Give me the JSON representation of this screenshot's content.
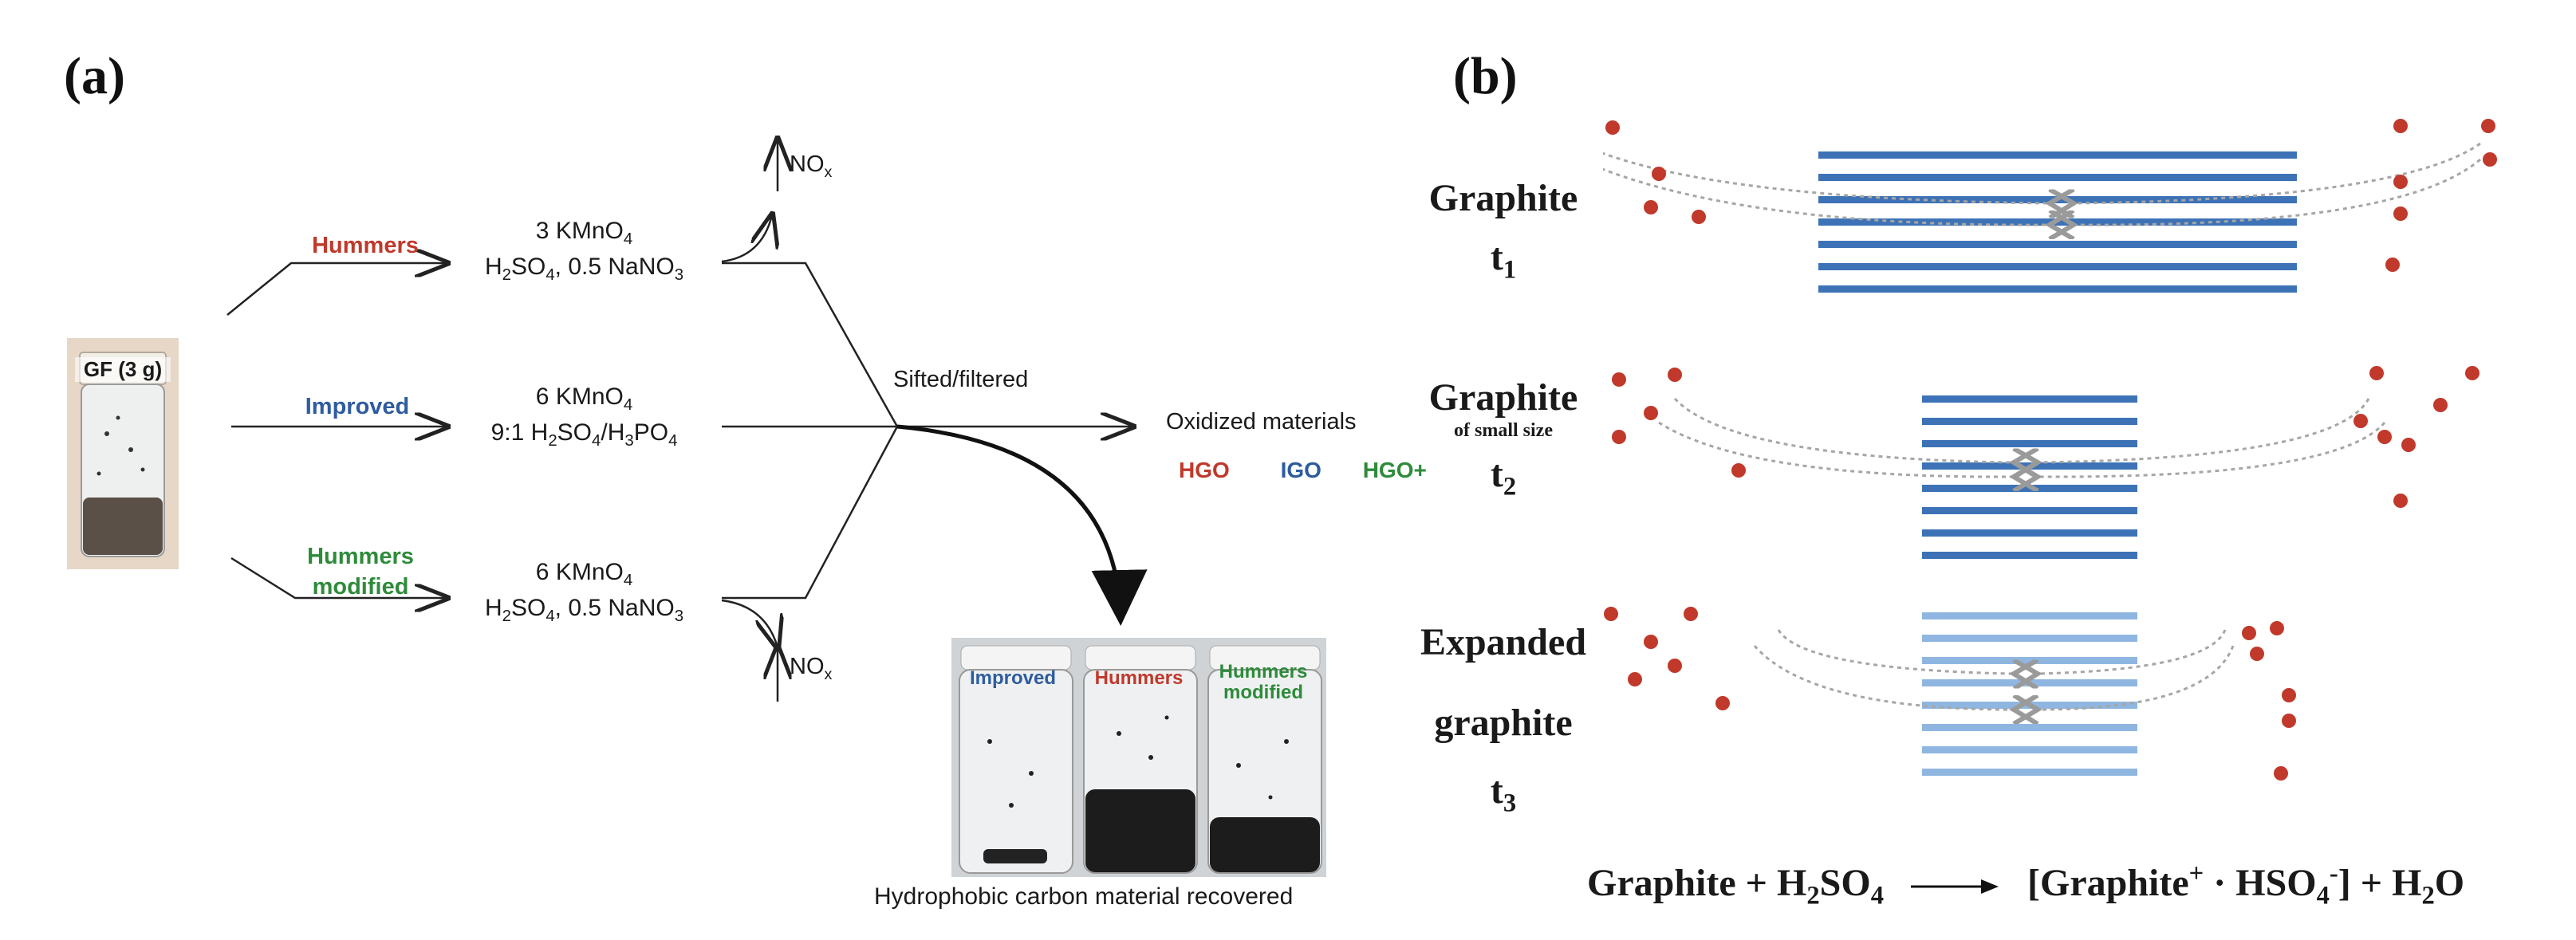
{
  "panel_a": {
    "label": "(a)",
    "start_material": "GF (3 g)",
    "routes": {
      "hummers": {
        "name": "Hummers",
        "color": "#c0392b"
      },
      "improved": {
        "name": "Improved",
        "color": "#2e5c9e"
      },
      "hummers_modified": {
        "line1": "Hummers",
        "line2": "modified",
        "color": "#2e8b3a"
      }
    },
    "reagents": {
      "hummers_line1": "3 KMnO",
      "hummers_line1_sub": "4",
      "hummers_line2_a": "H",
      "hummers_line2_sub1": "2",
      "hummers_line2_b": "SO",
      "hummers_line2_sub2": "4",
      "hummers_line2_c": ", 0.5 NaNO",
      "hummers_line2_sub3": "3",
      "improved_line1": "6 KMnO",
      "improved_line1_sub": "4",
      "improved_line2_a": "9:1 H",
      "improved_line2_sub1": "2",
      "improved_line2_b": "SO",
      "improved_line2_sub2": "4",
      "improved_line2_c": "/H",
      "improved_line2_sub3": "3",
      "improved_line2_d": "PO",
      "improved_line2_sub4": "4",
      "modified_line1": "6 KMnO",
      "modified_line1_sub": "4",
      "modified_line2_a": "H",
      "modified_line2_sub1": "2",
      "modified_line2_b": "SO",
      "modified_line2_sub2": "4",
      "modified_line2_c": ", 0.5 NaNO",
      "modified_line2_sub3": "3"
    },
    "gas": {
      "text": "NO",
      "sub": "x"
    },
    "sifted_label": "Sifted/filtered",
    "oxidized_label": "Oxidized materials",
    "products": [
      {
        "name": "HGO",
        "color": "#c0392b"
      },
      {
        "name": "IGO",
        "color": "#2e5c9e"
      },
      {
        "name": "HGO+",
        "color": "#2e8b3a"
      }
    ],
    "photo_captions": {
      "improved": "Improved",
      "hummers": "Hummers",
      "modified_line1": "Hummers",
      "modified_line2": "modified"
    },
    "recovered_label": "Hydrophobic carbon  material recovered"
  },
  "panel_b": {
    "label": "(b)",
    "stages": [
      {
        "title": "Graphite",
        "subtitle": "",
        "time": "t",
        "time_sub": "1"
      },
      {
        "title": "Graphite",
        "subtitle": "of small size",
        "time": "t",
        "time_sub": "2"
      },
      {
        "title_line1": "Expanded",
        "title_line2": "graphite",
        "time": "t",
        "time_sub": "3"
      }
    ],
    "equation": {
      "lhs_a": "Graphite + H",
      "lhs_sub1": "2",
      "lhs_b": "SO",
      "lhs_sub2": "4",
      "rhs_a": "[Graphite",
      "rhs_sup1": "+",
      "rhs_b": " · HSO",
      "rhs_sub": "4",
      "rhs_sup2": "-",
      "rhs_c": "] + H",
      "rhs_sub3": "2",
      "rhs_d": "O"
    },
    "colors": {
      "layer_dark": "#3d73b6",
      "layer_light": "#8fb6e0",
      "particle": "#c0392b"
    }
  }
}
